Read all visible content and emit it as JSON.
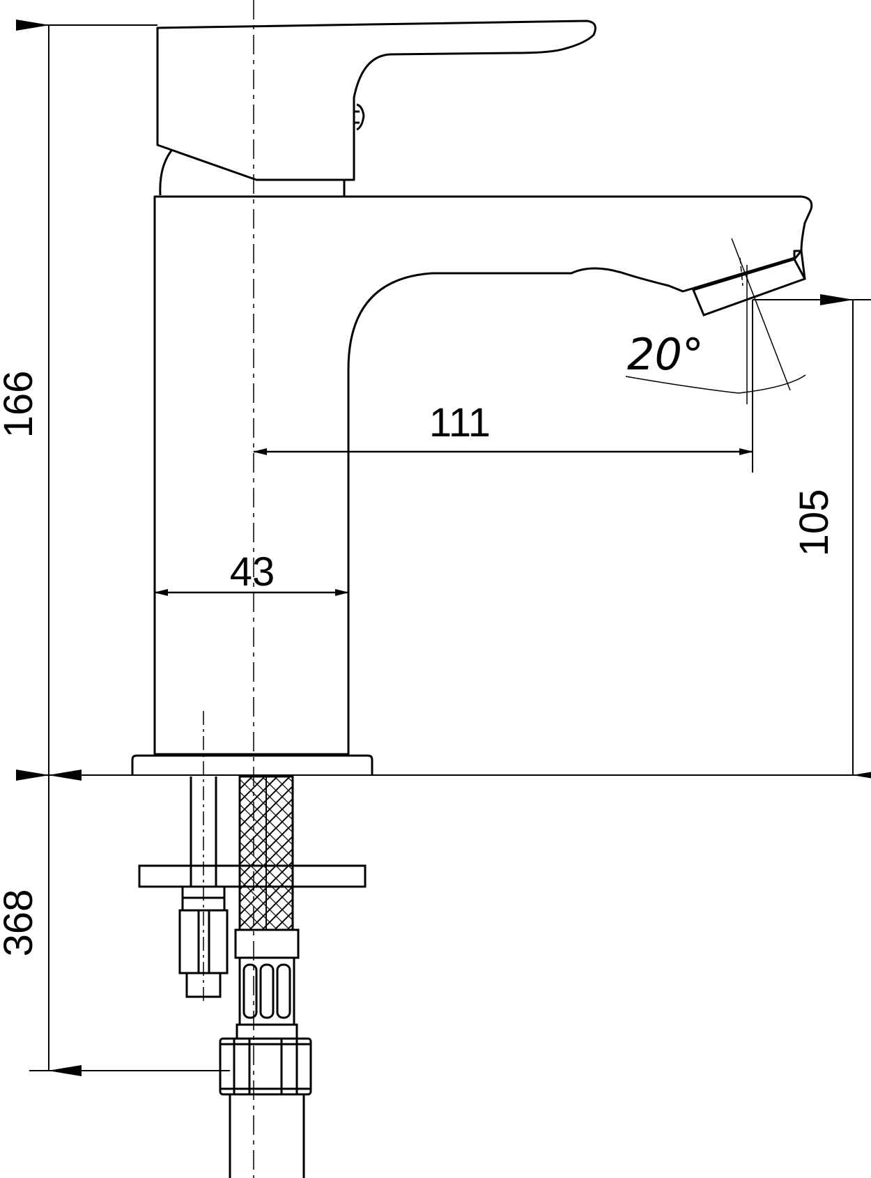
{
  "dimensions": {
    "total_height": "166",
    "below_deck_length": "368",
    "spout_reach": "111",
    "body_width": "43",
    "spout_height": "105",
    "aerator_angle": "20°"
  },
  "colors": {
    "line": "#000000",
    "background": "#ffffff"
  }
}
